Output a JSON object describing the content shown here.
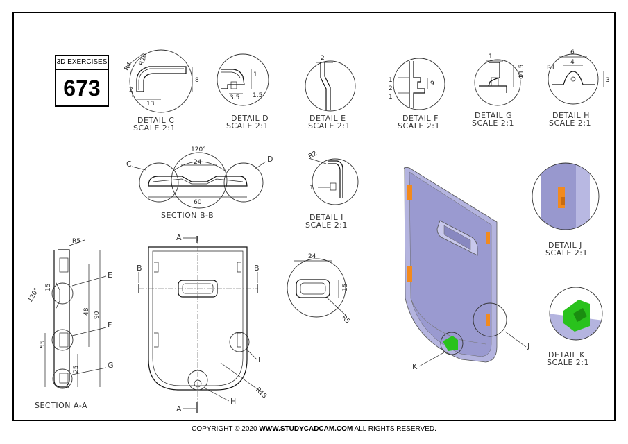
{
  "badge": {
    "title": "3D EXERCISES",
    "number": "673"
  },
  "copyright": {
    "prefix": "COPYRIGHT © 2020 ",
    "site": "WWW.STUDYCADCAM.COM",
    "suffix": " ALL RIGHTS RESERVED."
  },
  "details": {
    "c": {
      "title": "DETAIL C",
      "scale": "SCALE 2:1",
      "dims": [
        "R20",
        "R4",
        "2",
        "8",
        "13"
      ]
    },
    "d": {
      "title": "DETAIL D",
      "scale": "SCALE 2:1",
      "dims": [
        "1",
        "3.5",
        "1.5"
      ]
    },
    "e": {
      "title": "DETAIL E",
      "scale": "SCALE 2:1",
      "dims": [
        "2"
      ]
    },
    "f": {
      "title": "DETAIL F",
      "scale": "SCALE 2:1",
      "dims": [
        "1",
        "2",
        "1",
        "9"
      ]
    },
    "g": {
      "title": "DETAIL G",
      "scale": "SCALE 2:1",
      "dims": [
        "1",
        "Φ1.5"
      ]
    },
    "h": {
      "title": "DETAIL H",
      "scale": "SCALE 2:1",
      "dims": [
        "6",
        "4",
        "R1",
        "3"
      ]
    },
    "i": {
      "title": "DETAIL I",
      "scale": "SCALE 2:1",
      "dims": [
        "R2",
        "1"
      ]
    },
    "j": {
      "title": "DETAIL J",
      "scale": "SCALE 2:1"
    },
    "k": {
      "title": "DETAIL K",
      "scale": "SCALE 2:1"
    }
  },
  "section_bb": {
    "title": "SECTION B-B",
    "dims": [
      "120°",
      "24",
      "60"
    ],
    "callouts": [
      "C",
      "D"
    ]
  },
  "section_aa": {
    "title": "SECTION A-A",
    "dims": [
      "R5",
      "120°",
      "15",
      "48",
      "90",
      "55",
      "25"
    ],
    "callouts": [
      "E",
      "F",
      "G"
    ]
  },
  "front": {
    "marks": [
      "A",
      "A",
      "B",
      "B"
    ],
    "callouts": [
      "I",
      "H"
    ],
    "dims": [
      "R15"
    ]
  },
  "slot": {
    "dims": [
      "24",
      "15",
      "R5"
    ]
  },
  "iso": {
    "callouts": [
      "J",
      "K"
    ]
  },
  "colors": {
    "part": "#a9a9d6",
    "accent_orange": "#f28a1e",
    "accent_green": "#29c21c"
  }
}
